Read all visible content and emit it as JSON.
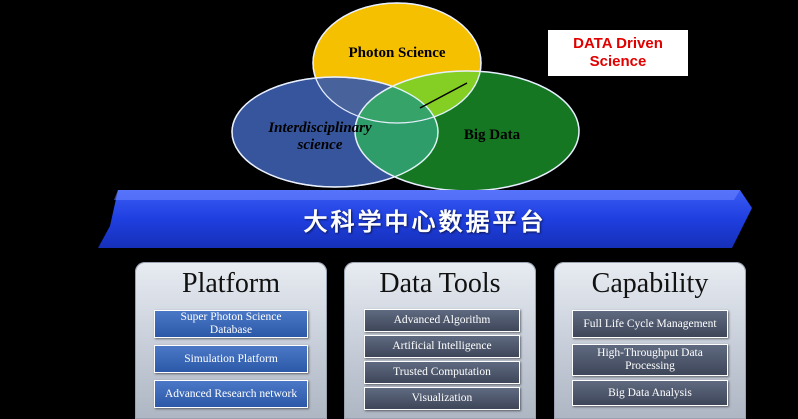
{
  "venn": {
    "circles": [
      {
        "label": "Photon Science",
        "color": "#f5c000"
      },
      {
        "label": "Interdisciplinary science",
        "label_line1": "Interdisciplinary",
        "label_line2": "science",
        "color": "#3a5ba8"
      },
      {
        "label": "Big Data",
        "color": "#28d840"
      }
    ]
  },
  "callout": {
    "line1": "DATA Driven",
    "line2": "Science",
    "color": "#e00000"
  },
  "banner": {
    "text": "大科学中心数据平台",
    "color": "#1f3fe0"
  },
  "panels": [
    {
      "title": "Platform",
      "items": [
        "Super Photon Science Database",
        "Simulation Platform",
        "Advanced Research network"
      ]
    },
    {
      "title": "Data Tools",
      "items": [
        "Advanced Algorithm",
        "Artificial Intelligence",
        "Trusted Computation",
        "Visualization"
      ]
    },
    {
      "title": "Capability",
      "items": [
        "Full Life Cycle Management",
        "High-Throughput Data Processing",
        "Big Data Analysis"
      ]
    }
  ]
}
